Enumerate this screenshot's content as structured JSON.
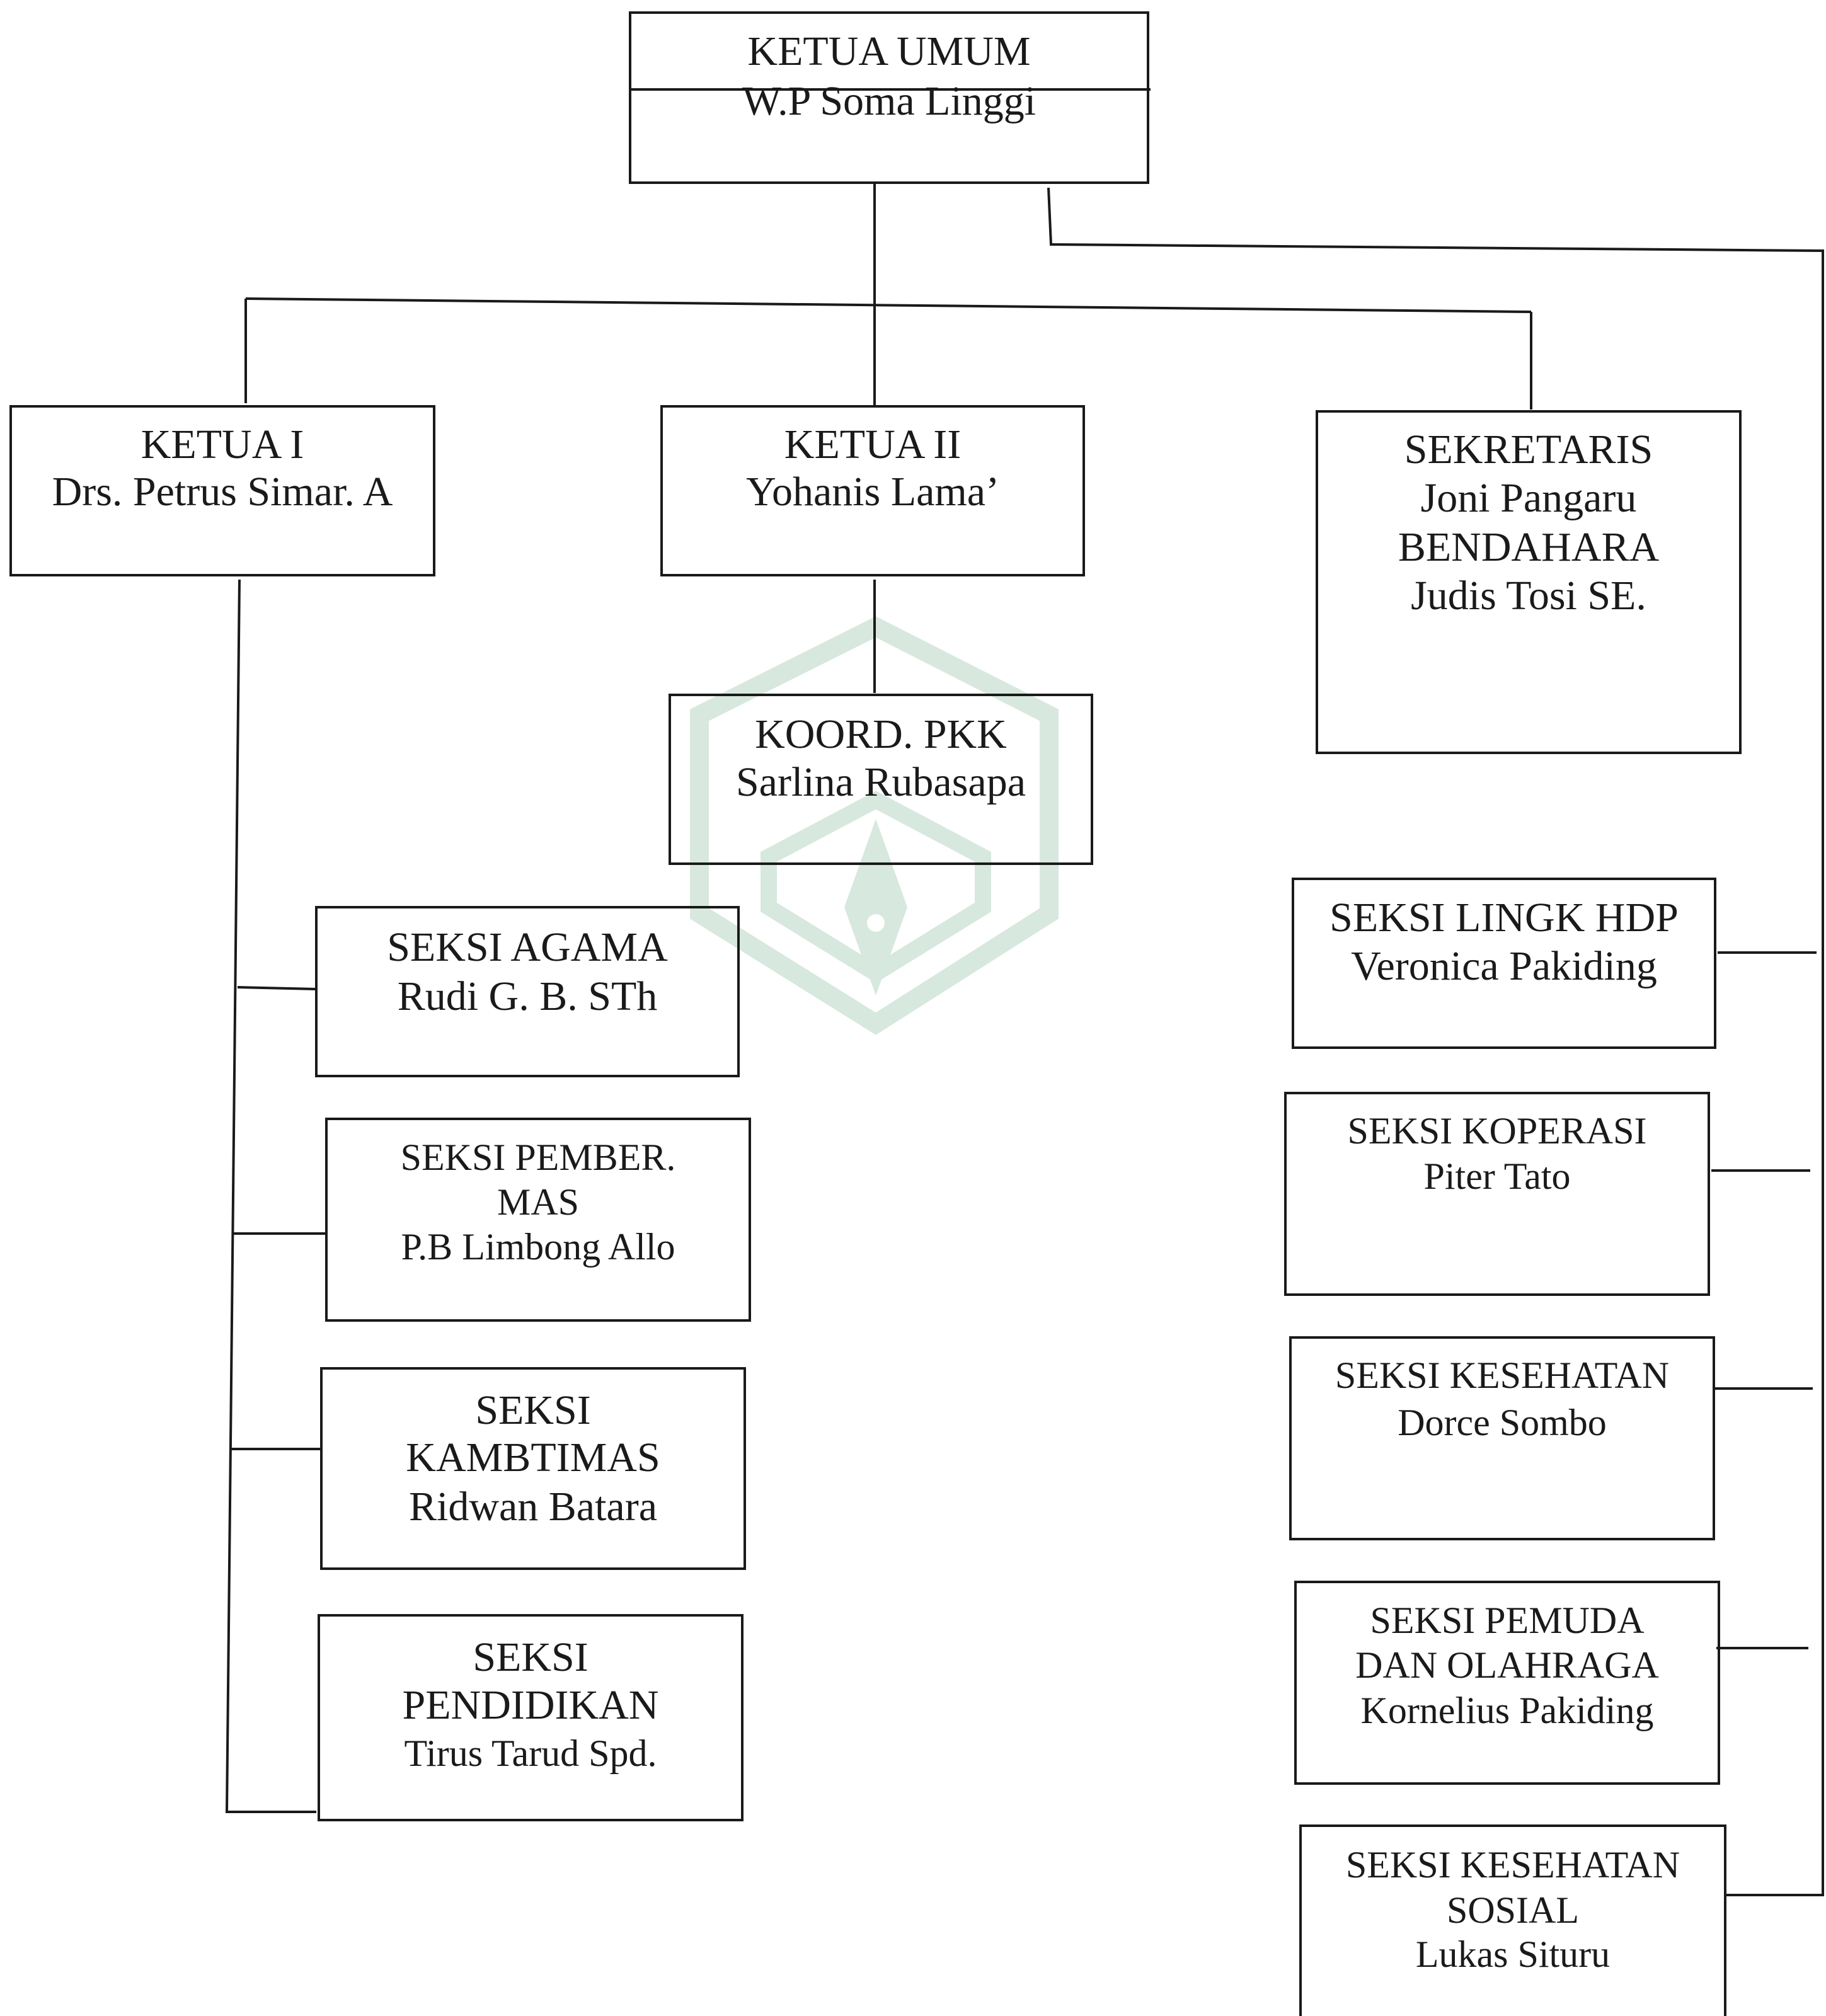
{
  "org_chart": {
    "ketua_umum": {
      "lines": [
        "KETUA UMUM",
        "W.P Soma Linggi"
      ]
    },
    "ketua_1": {
      "lines": [
        "KETUA I",
        "Drs. Petrus Simar. A"
      ]
    },
    "ketua_2": {
      "lines": [
        "KETUA II",
        "Yohanis Lama’"
      ]
    },
    "sekretaris": {
      "lines": [
        "SEKRETARIS",
        "Joni Pangaru",
        "BENDAHARA",
        "Judis Tosi SE."
      ]
    },
    "koord_pkk": {
      "lines": [
        "KOORD. PKK",
        "Sarlina Rubasapa"
      ]
    },
    "seksi_agama": {
      "lines": [
        "SEKSI AGAMA",
        "Rudi G. B. STh"
      ]
    },
    "seksi_pember": {
      "lines": [
        "SEKSI PEMBER.",
        "MAS",
        "P.B Limbong Allo"
      ]
    },
    "seksi_kambtimas": {
      "lines": [
        "SEKSI",
        "KAMBTIMAS",
        "Ridwan Batara"
      ]
    },
    "seksi_pendidikan": {
      "lines": [
        "SEKSI",
        "PENDIDIKAN",
        "Tirus Tarud Spd."
      ]
    },
    "seksi_lingk": {
      "lines": [
        "SEKSI LINGK HDP",
        "Veronica Pakiding"
      ]
    },
    "seksi_koperasi": {
      "lines": [
        "SEKSI KOPERASI",
        "Piter Tato"
      ]
    },
    "seksi_kesehatan": {
      "lines": [
        "SEKSI KESEHATAN",
        "Dorce Sombo"
      ]
    },
    "seksi_pemuda": {
      "lines": [
        "SEKSI PEMUDA",
        "DAN OLAHRAGA",
        "Kornelius Pakiding"
      ]
    },
    "seksi_kessos": {
      "lines": [
        "SEKSI KESEHATAN",
        "SOSIAL",
        "Lukas Situru"
      ]
    }
  },
  "colors": {
    "line": "#1a1a1a",
    "watermark": "#a8cdb8"
  }
}
